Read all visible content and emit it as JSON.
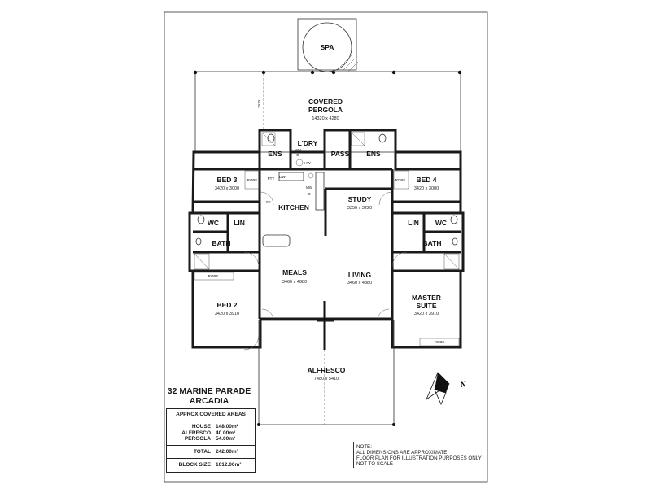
{
  "rooms": {
    "spa": {
      "name": "SPA"
    },
    "pergola": {
      "name1": "COVERED",
      "name2": "PERGOLA",
      "dims": "14320 x 4280",
      "height_mark": "2910"
    },
    "ens_left": {
      "name": "ENS"
    },
    "laundry": {
      "name": "L'DRY",
      "fixtures": [
        "WM",
        "D",
        "HW"
      ]
    },
    "pass": {
      "name": "PASS"
    },
    "ens_right": {
      "name": "ENS"
    },
    "bed3": {
      "name": "BED 3",
      "dims": "3420 x 3000",
      "robe": "ROBE"
    },
    "bed4": {
      "name": "BED 4",
      "dims": "3420 x 3000",
      "robe": "ROBE"
    },
    "kitchen": {
      "name": "KITCHEN",
      "fixtures": [
        "DW",
        "PTY",
        "FF",
        "MW",
        "O"
      ]
    },
    "study": {
      "name": "STUDY",
      "dims": "3350 x 3220"
    },
    "wc_left": {
      "name": "WC"
    },
    "lin_left": {
      "name": "LIN"
    },
    "bath_left": {
      "name": "BATH"
    },
    "lin_right": {
      "name": "LIN"
    },
    "wc_right": {
      "name": "WC"
    },
    "bath_right": {
      "name": "BATH"
    },
    "meals": {
      "name": "MEALS",
      "dims": "3460 x 4880"
    },
    "living": {
      "name": "LIVING",
      "dims": "3460 x 4880"
    },
    "bed2": {
      "name": "BED 2",
      "dims": "3420 x 3910",
      "robe": "ROBE"
    },
    "master": {
      "name1": "MASTER",
      "name2": "SUITE",
      "dims": "3420 x 3910",
      "robe": "ROBE"
    },
    "alfresco": {
      "name": "ALFRESCO",
      "dims": "7480 x 5410"
    }
  },
  "north_label": "N",
  "address": {
    "line1": "32 MARINE PARADE",
    "line2": "ARCADIA"
  },
  "areas": {
    "title": "APPROX COVERED AREAS",
    "rows": [
      {
        "label": "HOUSE",
        "value": "148.00m²"
      },
      {
        "label": "ALFRESCO",
        "value": "40.00m²"
      },
      {
        "label": "PERGOLA",
        "value": "54.00m²"
      }
    ],
    "total": {
      "label": "TOTAL",
      "value": "242.00m²"
    },
    "block": {
      "label": "BLOCK SIZE",
      "value": "1012.00m²"
    }
  },
  "note": {
    "lines": [
      "NOTE:",
      "ALL DIMENSIONS ARE APPROXIMATE",
      "FLOOR PLAN FOR ILLUSTRATION PURPOSES ONLY",
      "NOT TO SCALE"
    ]
  }
}
